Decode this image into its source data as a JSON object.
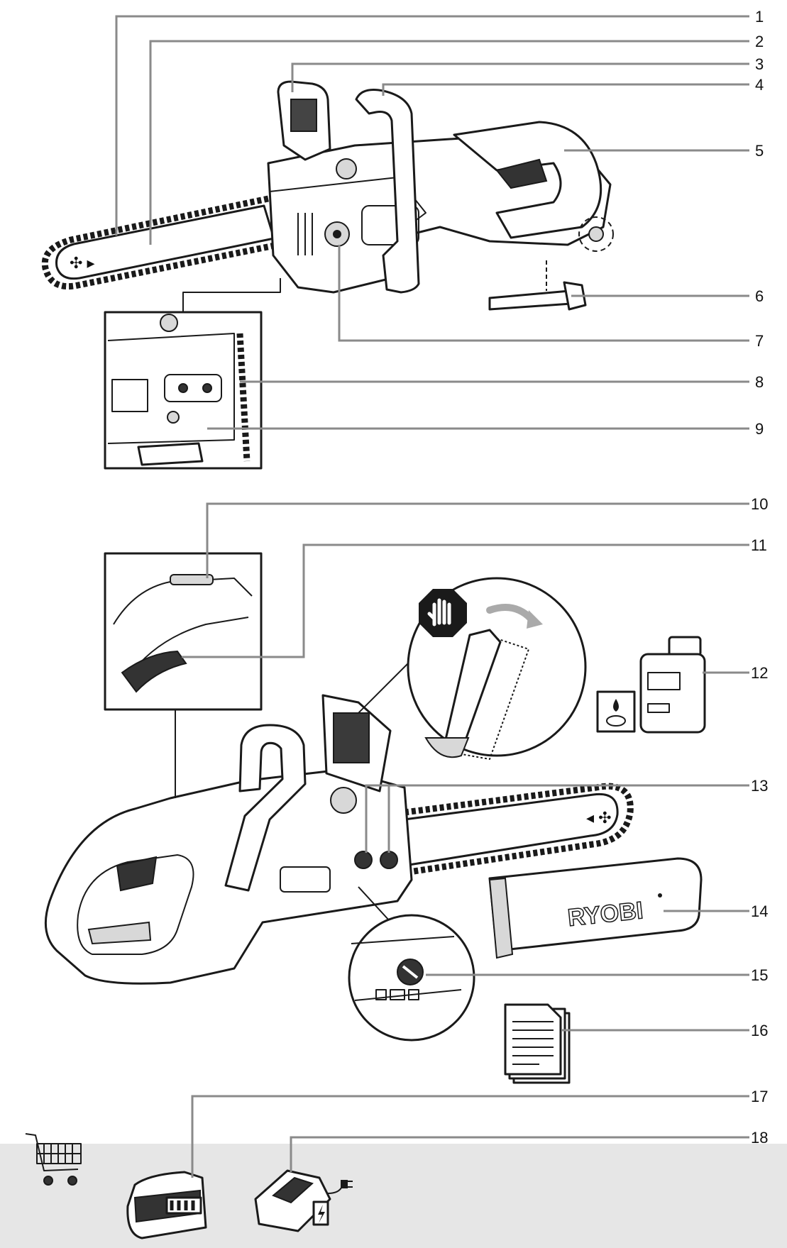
{
  "callouts": [
    {
      "n": "1",
      "part": "saw-chain"
    },
    {
      "n": "2",
      "part": "guide-bar"
    },
    {
      "n": "3",
      "part": "front-hand-guard"
    },
    {
      "n": "4",
      "part": "front-handle"
    },
    {
      "n": "5",
      "part": "rear-handle"
    },
    {
      "n": "6",
      "part": "combination-tool"
    },
    {
      "n": "7",
      "part": "chain-tension-knob"
    },
    {
      "n": "8",
      "part": "bar-clamp-screws"
    },
    {
      "n": "9",
      "part": "chain-catcher"
    },
    {
      "n": "10",
      "part": "lock-off-button"
    },
    {
      "n": "11",
      "part": "trigger"
    },
    {
      "n": "12",
      "part": "bar-chain-oil"
    },
    {
      "n": "13",
      "part": "sprocket-cover-knobs"
    },
    {
      "n": "14",
      "part": "scabbard"
    },
    {
      "n": "15",
      "part": "oil-adjustment-screw"
    },
    {
      "n": "16",
      "part": "operator-manual"
    },
    {
      "n": "17",
      "part": "battery"
    },
    {
      "n": "18",
      "part": "charger"
    }
  ],
  "brand": "RYOBI",
  "colors": {
    "line": "#1a1a1a",
    "leader": "#8a8a8a",
    "accessory_band": "#e6e6e6",
    "dark_fill": "#333333"
  },
  "icons": [
    "stop-hand-icon",
    "oil-drop-icon",
    "shopping-cart-icon",
    "plug-icon",
    "lightning-icon"
  ]
}
